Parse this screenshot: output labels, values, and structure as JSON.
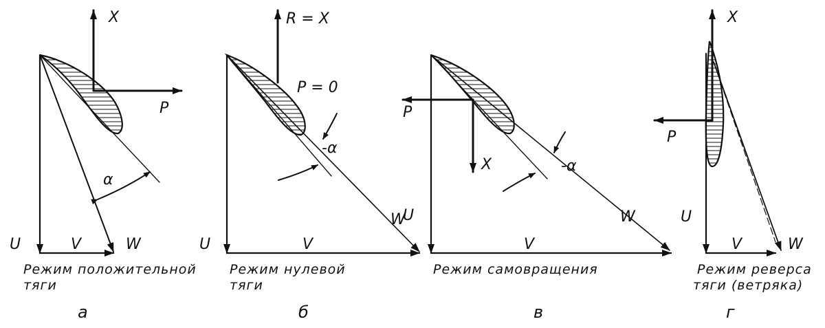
{
  "panels": [
    {
      "id": "a",
      "labels": {
        "force_x": "X",
        "force_p": "P",
        "angle": "α",
        "v_axial": "V",
        "v_circ": "U",
        "w": "W"
      },
      "caption_line1": "Режим положительной",
      "caption_line2": "тяги",
      "letter": "а"
    },
    {
      "id": "b",
      "labels": {
        "force_x": "R = X",
        "note": "P = 0",
        "angle": "-α",
        "v_axial": "V",
        "v_circ": "U",
        "w": "W"
      },
      "caption_line1": "Режим нулевой",
      "caption_line2": "тяги",
      "letter": "б"
    },
    {
      "id": "v",
      "labels": {
        "force_p": "P",
        "force_x": "X",
        "angle": "-α",
        "v_axial": "V",
        "v_circ": "U",
        "w": "W"
      },
      "caption_line1": "Режим самовращения",
      "caption_line2": "",
      "letter": "в"
    },
    {
      "id": "g",
      "labels": {
        "force_x": "X",
        "force_p": "P",
        "v_axial": "V",
        "v_circ": "U",
        "w": "W"
      },
      "caption_line1": "Режим реверса",
      "caption_line2": "тяги (ветряка)",
      "letter": "г"
    }
  ]
}
